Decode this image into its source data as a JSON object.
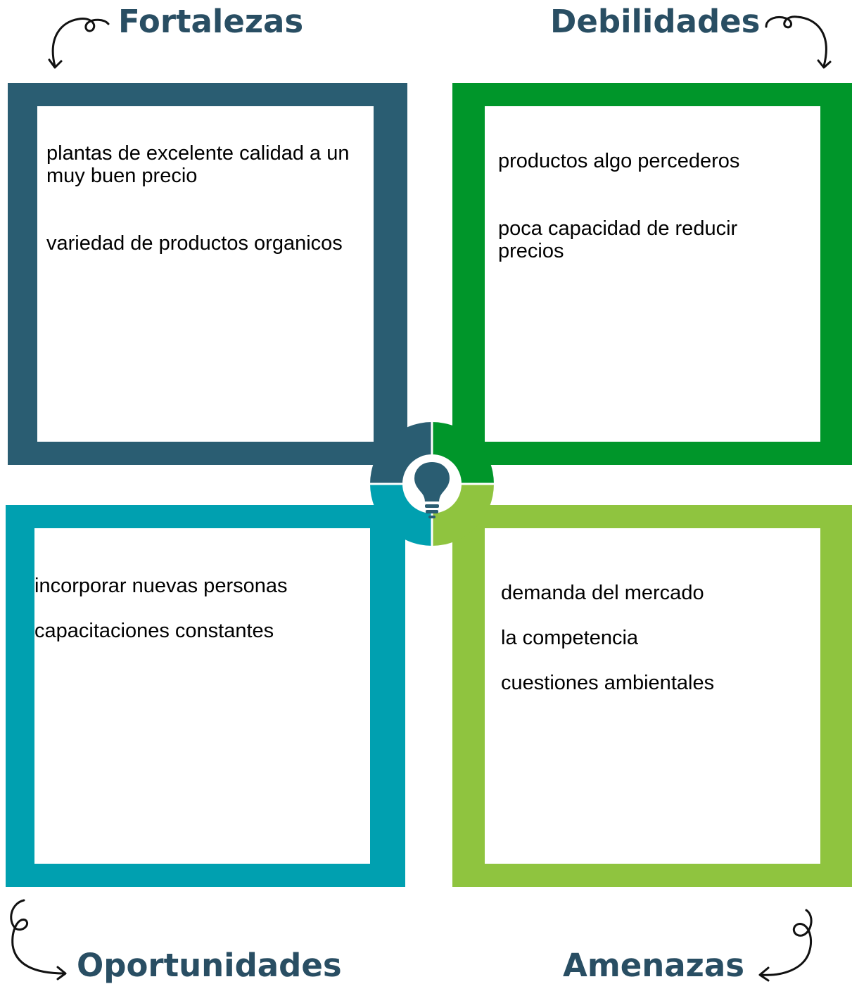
{
  "swot": {
    "strengths": {
      "title": "Fortalezas",
      "color": "#2a5d72",
      "items": [
        "plantas de excelente calidad a un muy buen precio",
        "variedad de productos organicos"
      ]
    },
    "weaknesses": {
      "title": "Debilidades",
      "color": "#00962a",
      "items": [
        "productos algo percederos",
        "poca capacidad de reducir precios"
      ]
    },
    "opportunities": {
      "title": "Oportunidades",
      "color": "#00a0b0",
      "items": [
        "incorporar nuevas personas",
        "capacitaciones constantes"
      ]
    },
    "threats": {
      "title": "Amenazas",
      "color": "#8fc43f",
      "items": [
        "demanda del mercado",
        "la competencia",
        "cuestiones ambientales"
      ]
    },
    "heading_color": "#294e63",
    "center_icon": "lightbulb-icon",
    "arrow_icon": "curly-arrow-icon"
  }
}
